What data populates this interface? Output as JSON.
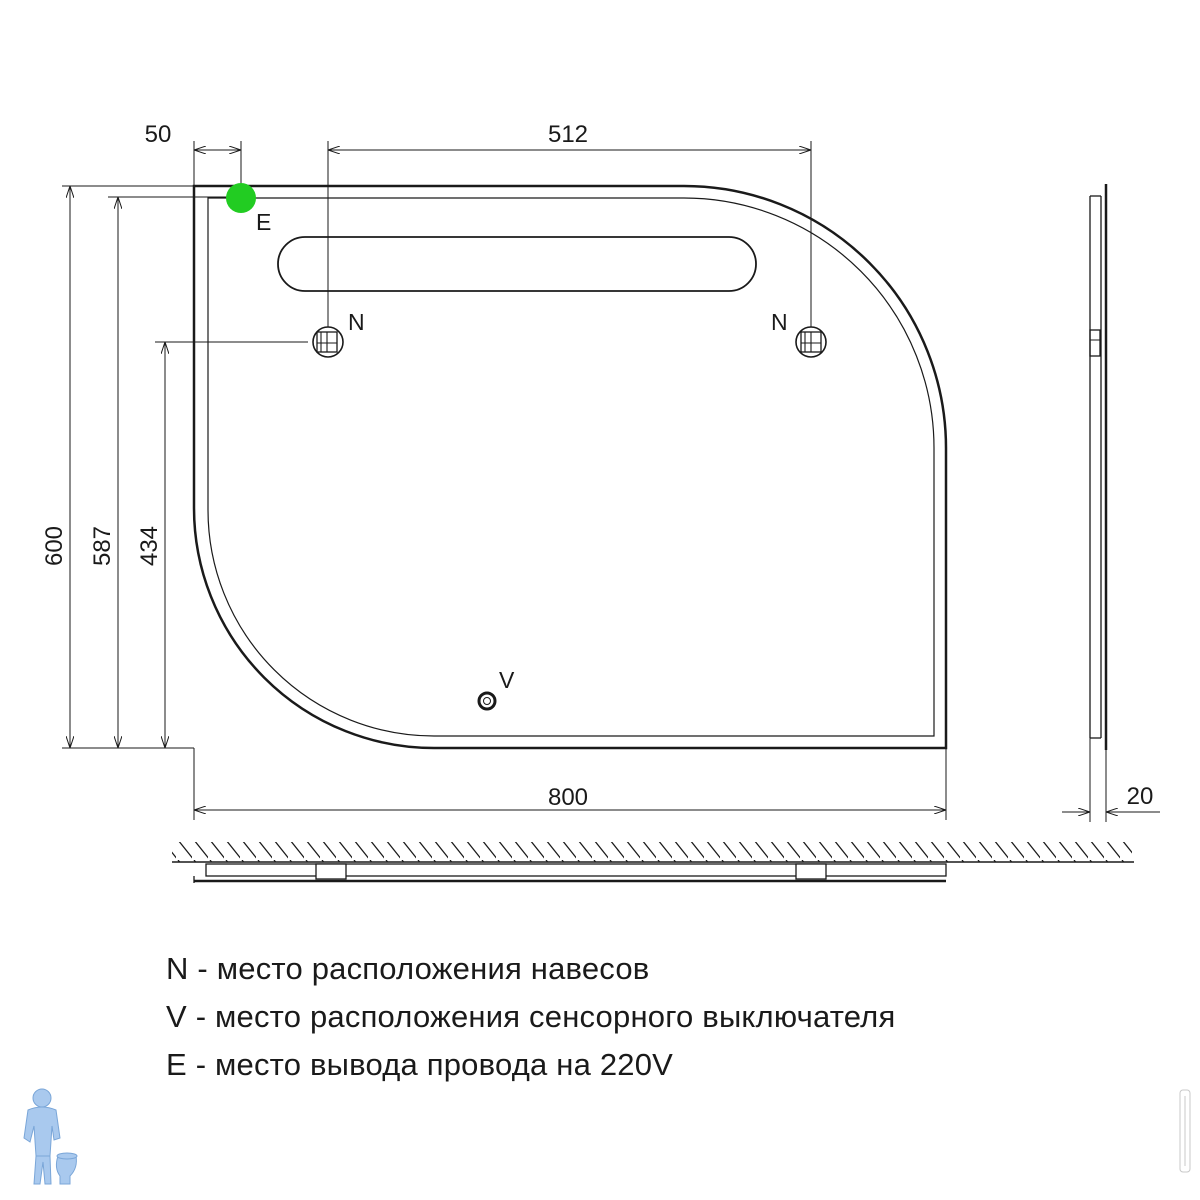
{
  "dimensions": {
    "offset_left": "50",
    "hinge_spacing": "512",
    "total_height": "600",
    "inner_height": "587",
    "hinge_height": "434",
    "total_width": "800",
    "depth": "20"
  },
  "markers": {
    "hinge_left": "N",
    "hinge_right": "N",
    "switch": "V",
    "wire_outlet": "E"
  },
  "legend": [
    "N - место расположения навесов",
    "V - место расположения сенсорного выключателя",
    "E - место вывода провода на 220V"
  ],
  "colors": {
    "line": "#1a1a1a",
    "wire_outlet_marker": "#22cc22",
    "logo": "#a9c9ee"
  },
  "icons": {
    "logo": "plumber-logo-icon",
    "hinge": "hinge-icon",
    "switch": "sensor-switch-icon"
  }
}
